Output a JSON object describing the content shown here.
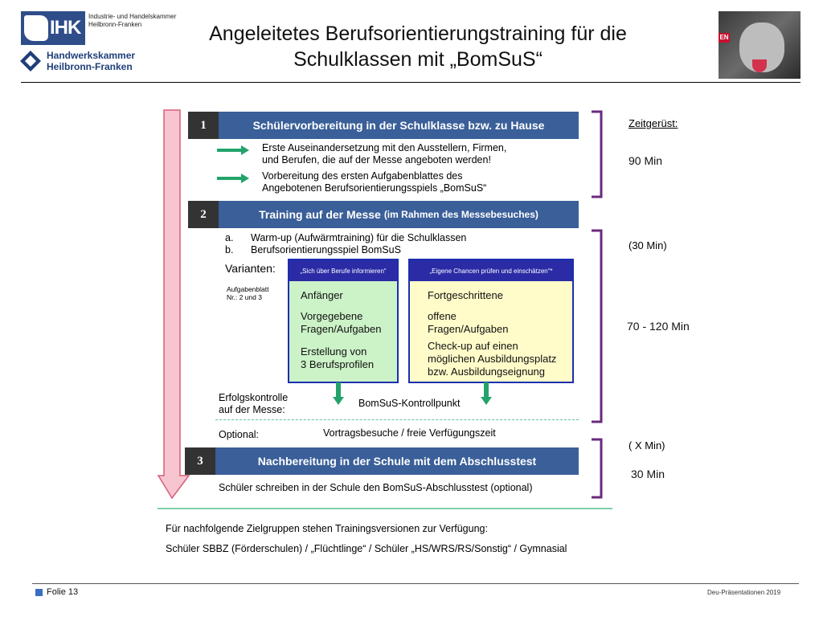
{
  "header": {
    "ihk_logo": "IHK",
    "ihk_subtitle_1": "Industrie- und Handelskammer",
    "ihk_subtitle_2": "Heilbronn-Franken",
    "hwk_line1": "Handwerkskammer",
    "hwk_line2": "Heilbronn-Franken",
    "title_line1": "Angeleitetes Berufsorientierungstraining für die",
    "title_line2": "Schulklassen mit „BomSuS“",
    "photo_badge": "EN"
  },
  "steps": [
    {
      "number": "1",
      "title": "Schülervorbereitung in der Schulklasse bzw. zu Hause",
      "subtitle": ""
    },
    {
      "number": "2",
      "title": "Training auf der Messe",
      "subtitle": "(im Rahmen des Messebesuches)"
    },
    {
      "number": "3",
      "title": "Nachbereitung in der Schule mit dem Abschlusstest",
      "subtitle": ""
    }
  ],
  "step1_items": [
    {
      "line1": "Erste Auseinandersetzung mit den Ausstellern, Firmen,",
      "line2": "und Berufen, die auf der Messe angeboten werden!"
    },
    {
      "line1": "Vorbereitung des ersten Aufgabenblattes des",
      "line2": "Angebotenen Berufsorientierungsspiels „BomSuS“"
    }
  ],
  "step2_list": [
    {
      "marker": "a.",
      "text": "Warm-up (Aufwärmtraining) für die Schulklassen"
    },
    {
      "marker": "b.",
      "text": "Berufsorientierungsspiel BomSuS"
    }
  ],
  "varianten": {
    "label": "Varianten:",
    "note_line1": "Aufgabenblatt",
    "note_line2": "Nr.: 2 und 3"
  },
  "variant_boxes": [
    {
      "header": "„Sich über Berufe informieren“",
      "level": "Anfänger",
      "tasks_line1": "Vorgegebene",
      "tasks_line2": "Fragen/Aufgaben",
      "extra_line1": "Erstellung von",
      "extra_line2": "3 Berufsprofilen",
      "extra_line3": ""
    },
    {
      "header": "„Eigene Chancen prüfen und einschätzen“*",
      "level": "Fortgeschrittene",
      "tasks_line1": "offene",
      "tasks_line2": "Fragen/Aufgaben",
      "extra_line1": "Check-up auf einen",
      "extra_line2": "möglichen Ausbildungsplatz",
      "extra_line3": "bzw. Ausbildungseignung"
    }
  ],
  "erfolgskontrolle": {
    "line1": "Erfolgskontrolle",
    "line2": "auf der Messe:",
    "checkpoint": "BomSuS-Kontrollpunkt"
  },
  "optional": {
    "label": "Optional:",
    "text": "Vortragsbesuche / freie Verfügungszeit"
  },
  "step3_note": "Schüler schreiben in der Schule den BomSuS-Abschlusstest (optional)",
  "timeline": {
    "heading": "Zeitgerüst:",
    "step1": "90 Min",
    "step2_top": "(30 Min)",
    "step2_main": "70 - 120 Min",
    "step3_top": "( X Min)",
    "step3_main": "30 Min"
  },
  "bottom": {
    "line1": "Für nachfolgende Zielgruppen stehen Trainingsversionen zur Verfügung:",
    "line2": "Schüler SBBZ (Förderschulen) / „Flüchtlinge“ / Schüler „HS/WRS/RS/Sonstig“ / Gymnasial"
  },
  "footer": {
    "left": "Folie 13",
    "right": "Deu-Präsentationen 2019"
  },
  "colors": {
    "bar_blue": "#3a5f99",
    "number_box": "#333333",
    "arrow_green": "#22a36b",
    "bracket_purple": "#6a2a7f",
    "side_arrow_pink": "#f7c5cf",
    "box_header_blue": "#2b2ba6",
    "box_green": "#ccf2c7",
    "box_yellow": "#fffcc9"
  },
  "icons": [
    "ihk-logo",
    "handwerkskammer-logo",
    "photo-portrait",
    "green-arrow-icon",
    "down-arrow-icon",
    "side-arrow-icon",
    "bracket-icon"
  ]
}
